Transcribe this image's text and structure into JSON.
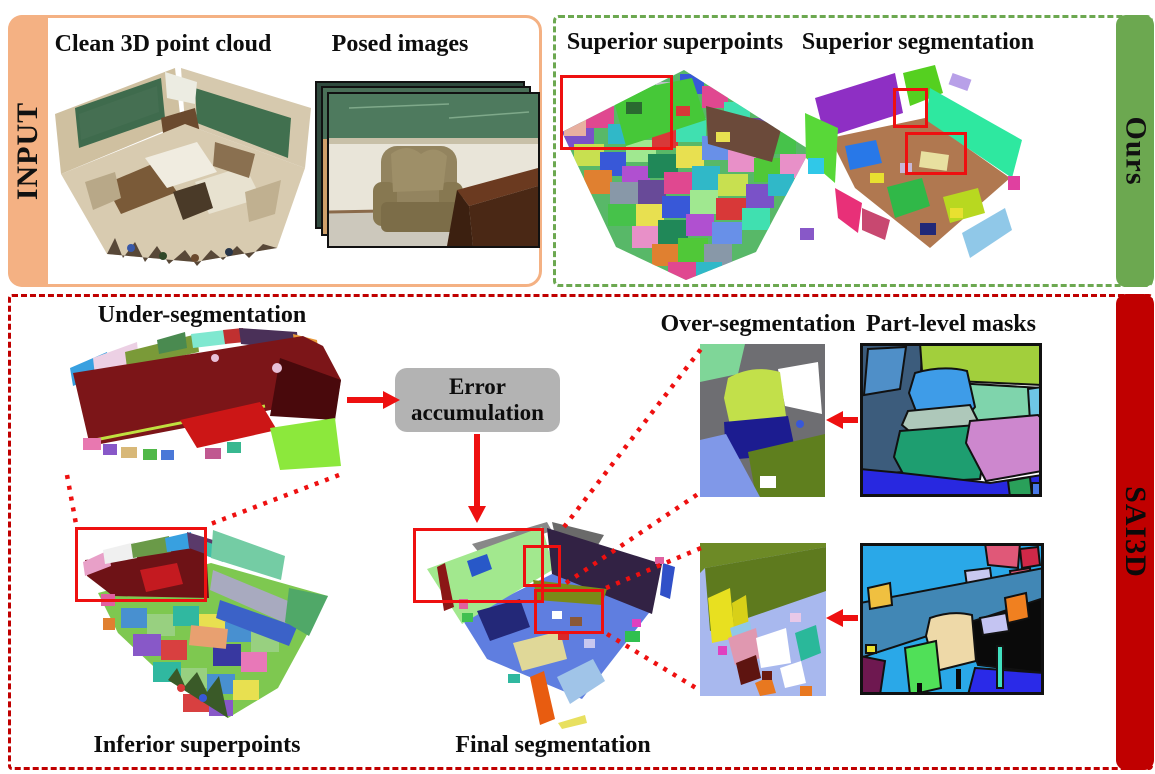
{
  "figure": {
    "panels": {
      "input": {
        "label": "INPUT",
        "titles": {
          "point_cloud": "Clean 3D point cloud",
          "posed_images": "Posed images"
        }
      },
      "ours": {
        "label": "Ours",
        "titles": {
          "superpoints": "Superior superpoints",
          "segmentation": "Superior segmentation"
        }
      },
      "sai3d": {
        "label": "SAI3D",
        "titles": {
          "under_segmentation": "Under-segmentation",
          "over_segmentation": "Over-segmentation",
          "part_level_masks": "Part-level masks"
        },
        "captions": {
          "inferior_superpoints": "Inferior superpoints",
          "final_segmentation": "Final segmentation"
        },
        "error_box": {
          "line1": "Error",
          "line2": "accumulation"
        }
      }
    },
    "colors": {
      "input_accent": "#F4B183",
      "ours_accent": "#6CA850",
      "sai3d_accent": "#C00000",
      "highlight_red": "#EE1010",
      "error_box_gray": "#B3B3B3"
    }
  }
}
